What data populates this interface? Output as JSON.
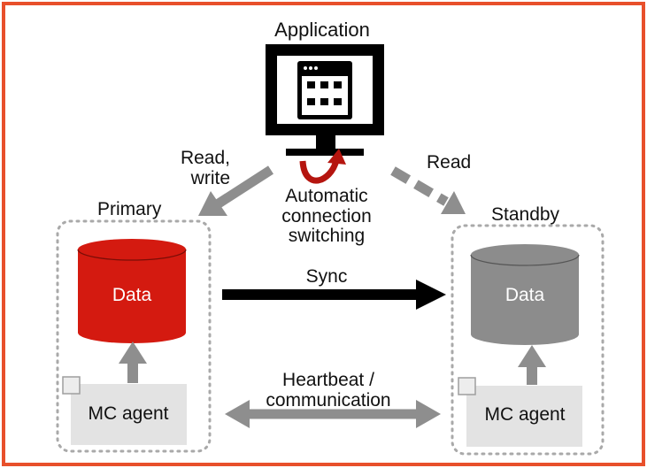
{
  "diagram": {
    "application": {
      "label": "Application"
    },
    "primary": {
      "label": "Primary",
      "db_label": "Data",
      "agent_label": "MC agent"
    },
    "standby": {
      "label": "Standby",
      "db_label": "Data",
      "agent_label": "MC agent"
    },
    "read_write_label": [
      "Read,",
      "write"
    ],
    "read_label": "Read",
    "switching_label": [
      "Automatic",
      "connection",
      "switching"
    ],
    "sync_label": "Sync",
    "heartbeat_label": [
      "Heartbeat /",
      "communication"
    ]
  },
  "colors": {
    "frame": "#e8502b",
    "primary_db": "#d41a10",
    "standby_db": "#8c8c8c",
    "arrow_gray": "#8e8e8e",
    "agent_box": "#e3e3e3",
    "switch_arrow": "#b5150f"
  }
}
